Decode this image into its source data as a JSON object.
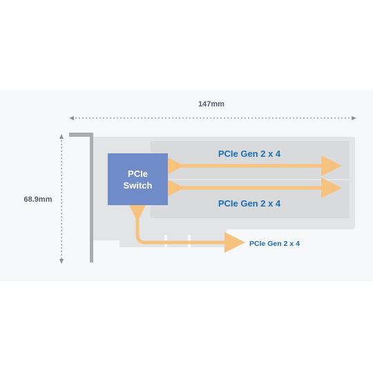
{
  "dimensions": {
    "width_label": "147mm",
    "height_label": "68.9mm"
  },
  "switch": {
    "line1": "PCIe",
    "line2": "Switch"
  },
  "lanes": [
    {
      "label": "PCIe Gen 2 x 4"
    },
    {
      "label": "PCIe Gen 2 x 4"
    },
    {
      "label": "PCIe Gen 2 x 4"
    }
  ],
  "colors": {
    "bracket": "#a9acb1",
    "board": "#e3e4e6",
    "board_inner": "#d9dadc",
    "switch_chip": "#6f8cc8",
    "arrow": "#f6c27d",
    "lane_text": "#1a6fb3",
    "dimension_line": "#8a8e95"
  }
}
